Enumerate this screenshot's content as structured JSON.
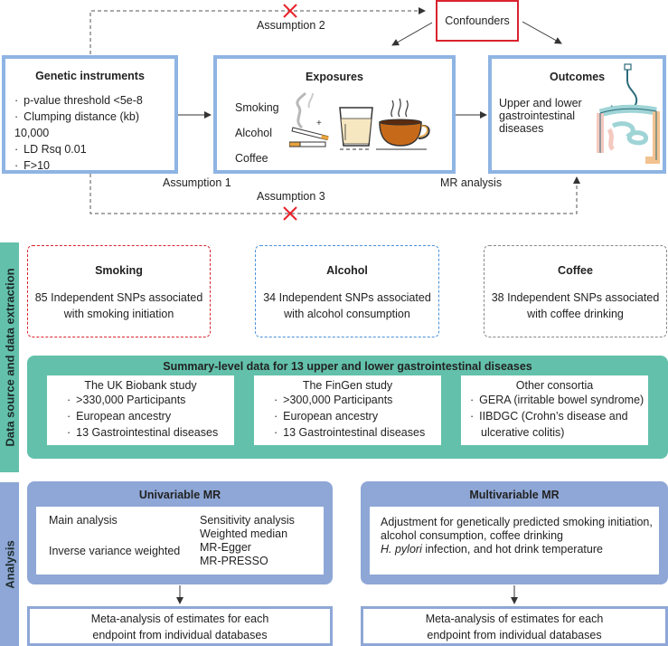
{
  "top": {
    "confounders": "Confounders",
    "assumption1": "Assumption 1",
    "assumption2": "Assumption 2",
    "assumption3": "Assumption 3",
    "mr_analysis": "MR analysis",
    "genetic": {
      "title": "Genetic instruments",
      "items": [
        "p-value threshold <5e-8",
        "Clumping distance (kb) 10,000",
        "LD Rsq 0.01",
        "F>10"
      ]
    },
    "exposures": {
      "title": "Exposures",
      "items": [
        "Smoking",
        "Alcohol",
        "Coffee"
      ],
      "icons": [
        "cigarette-icon",
        "glass-of-alcohol-icon",
        "coffee-cup-icon"
      ]
    },
    "outcomes": {
      "title": "Outcomes",
      "text": [
        "Upper and lower",
        "gastrointestinal",
        "diseases"
      ],
      "icon": "digestive-tract-icon"
    },
    "colors": {
      "box_border": "#8eb4e3",
      "confounder_border": "#d9232e",
      "cross": "#e8242c"
    }
  },
  "data_section": {
    "side_label": "Data source and data extraction",
    "exposures": [
      {
        "title": "Smoking",
        "lines": [
          "85 Independent SNPs associated",
          "with smoking initiation"
        ],
        "color": "#d9232e"
      },
      {
        "title": "Alcohol",
        "lines": [
          "34 Independent SNPs associated",
          "with alcohol consumption"
        ],
        "color": "#4a90d9"
      },
      {
        "title": "Coffee",
        "lines": [
          "38 Independent SNPs associated",
          "with coffee drinking"
        ],
        "color": "#888888"
      }
    ],
    "summary": {
      "title": "Summary-level data for 13 upper and lower gastrointestinal diseases",
      "studies": [
        {
          "name": "The UK Biobank study",
          "items": [
            ">330,000 Participants",
            "European ancestry",
            "13 Gastrointestinal diseases"
          ]
        },
        {
          "name": "The FinGen study",
          "items": [
            ">300,000 Participants",
            "European ancestry",
            "13 Gastrointestinal diseases"
          ]
        },
        {
          "name": "Other consortia",
          "items": [
            "GERA (irritable bowel syndrome)",
            "IIBDGC (Crohn’s disease and",
            "ulcerative colitis)"
          ]
        }
      ]
    },
    "color": "#63c1ab"
  },
  "analysis_section": {
    "side_label": "Analysis",
    "univariable": {
      "title": "Univariable MR",
      "main_label": "Main analysis",
      "main_method": "Inverse variance weighted",
      "sens_label": "Sensitivity analysis",
      "sens_methods": [
        "Weighted median",
        "MR-Egger",
        "MR-PRESSO"
      ]
    },
    "multivariable": {
      "title": "Multivariable MR",
      "line1": "Adjustment for genetically predicted smoking initiation,",
      "line2": "alcohol consumption, coffee drinking",
      "line3_italic": "H. pylori",
      "line3_rest": " infection, and hot drink temperature"
    },
    "meta": [
      "Meta-analysis of estimates for each",
      "endpoint from individual databases"
    ],
    "color": "#8ea7d6"
  }
}
